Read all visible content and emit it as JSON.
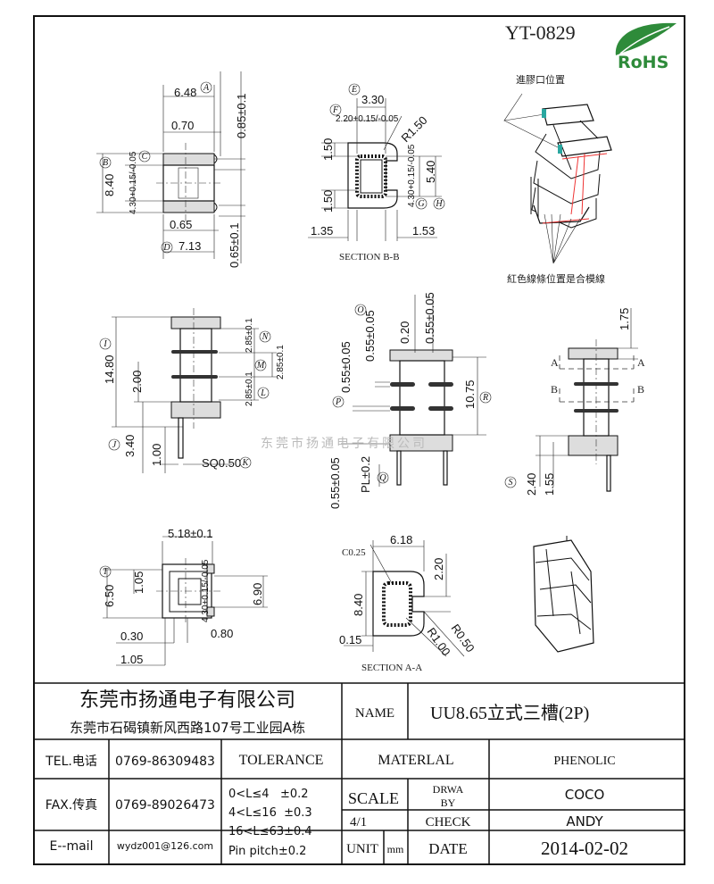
{
  "header": {
    "part_number": "YT-0829",
    "rohs": "RoHS"
  },
  "notes": {
    "gate_position": "進膠口位置",
    "parting_line": "紅色線條位置是合模線"
  },
  "watermark": "东莞市扬通电子有限公司",
  "dims": [
    "6.48",
    "0.70",
    "0.85±0.1",
    "8.40",
    "4.30+0.15/-0.05",
    "0.65",
    "7.13",
    "0.65±0.1",
    "3.30",
    "2.20+0.15/-0.05",
    "R1.50",
    "1.50",
    "1.50",
    "4.30+0.15/-0.05",
    "5.40",
    "1.35",
    "1.53",
    "14.80",
    "2.00",
    "2.85±0.1",
    "2.85±0.1",
    "2.85±0.1",
    "3.40",
    "1.00",
    "SQ0.50",
    "0.55±0.05",
    "0.20",
    "0.55±0.05",
    "0.55±0.05",
    "10.75",
    "PL±0.2",
    "0.55±0.05",
    "1.75",
    "2.40",
    "1.55",
    "5.18±0.1",
    "1.05",
    "6.50",
    "4.30+0.15/-0.05",
    "6.90",
    "0.30",
    "0.80",
    "1.05",
    "C0.25",
    "6.18",
    "2.20",
    "8.40",
    "R1.00",
    "R0.50",
    "0.15"
  ],
  "markers": [
    "A",
    "B",
    "C",
    "D",
    "E",
    "F",
    "G",
    "H",
    "I",
    "N",
    "M",
    "L",
    "J",
    "K",
    "O",
    "P",
    "R",
    "Q",
    "S",
    "T"
  ],
  "sections": {
    "bb": "SECTION B-B",
    "aa": "SECTION A-A",
    "cut_a": "A",
    "cut_b": "B"
  },
  "title_block": {
    "company": "东莞市扬通电子有限公司",
    "address": "东莞市石碣镇新风西路107号工业园A栋",
    "name_label": "NAME",
    "name_value": "UU8.65立式三槽(2P)",
    "tel_label": "TEL.电话",
    "tel_value": "0769-86309483",
    "fax_label": "FAX.传真",
    "fax_value": "0769-89026473",
    "email_label": "E--mail",
    "email_value": "wydz001@126.com",
    "tolerance_label": "TOLERANCE",
    "tolerances": [
      "0<L≤4   ±0.2",
      "4<L≤16  ±0.3",
      "16<L≤63±0.4",
      "Pin pitch±0.2"
    ],
    "material_label": "MATERLAL",
    "material_value": "PHENOLIC",
    "scale_label": "SCALE",
    "scale_value": "4/1",
    "drawn_label_1": "DRWA",
    "drawn_label_2": "BY",
    "drawn_value": "COCO",
    "check_label": "CHECK",
    "check_value": "ANDY",
    "unit_label": "UNIT",
    "unit_value": "mm",
    "date_label": "DATE",
    "date_value": "2014-02-02"
  },
  "colors": {
    "rohs_green": "#2e8b3a",
    "parting_line": "#e33333",
    "gate": "#2aa7a0"
  }
}
